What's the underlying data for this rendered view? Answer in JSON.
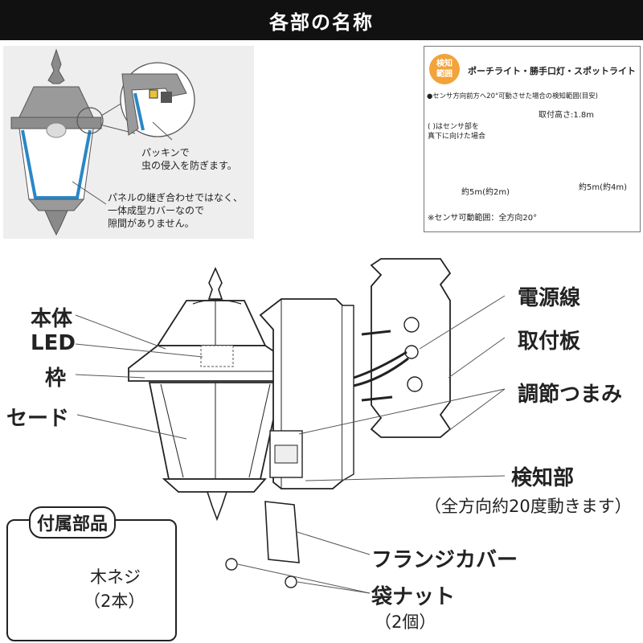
{
  "header": {
    "title": "各部の名称"
  },
  "detail": {
    "packing_line1": "パッキンで",
    "packing_line2": "虫の侵入を防ぎます。",
    "panel_line1": "パネルの継ぎ合わせではなく、",
    "panel_line2": "一体成型カバーなので",
    "panel_line3": "隙間がありません。"
  },
  "sensor_range": {
    "badge_line1": "検知",
    "badge_line2": "範囲",
    "title": "ポーチライト・勝手口灯・スポットライト",
    "subtitle": "●センサ方向前方へ20°可動させた場合の検知範囲(目安)",
    "mount_height": "取付高さ:1.8m",
    "paren_note_line1": "(    )はセンサ部を",
    "paren_note_line2": "真下に向けた場合",
    "dim_left": "約5m(約2m)",
    "dim_right": "約5m(約4m)",
    "footnote": "※センサ可動範囲：全方向20°"
  },
  "parts": {
    "body": "本体",
    "led": "LED",
    "frame": "枠",
    "shade": "セード",
    "power_line": "電源線",
    "mount_plate": "取付板",
    "knob": "調節つまみ",
    "sensor": "検知部",
    "sensor_note": "（全方向約20度動きます）",
    "flange_cover": "フランジカバー",
    "cap_nut": "袋ナット",
    "cap_nut_qty": "（2個）"
  },
  "accessories": {
    "title": "付属部品",
    "screw": "木ネジ",
    "screw_qty": "（2本）"
  },
  "colors": {
    "header_bg": "#111111",
    "badge": "#f2a33a",
    "sensor_fill": "#f5deb0",
    "gasket_blue": "#2a86c8"
  }
}
